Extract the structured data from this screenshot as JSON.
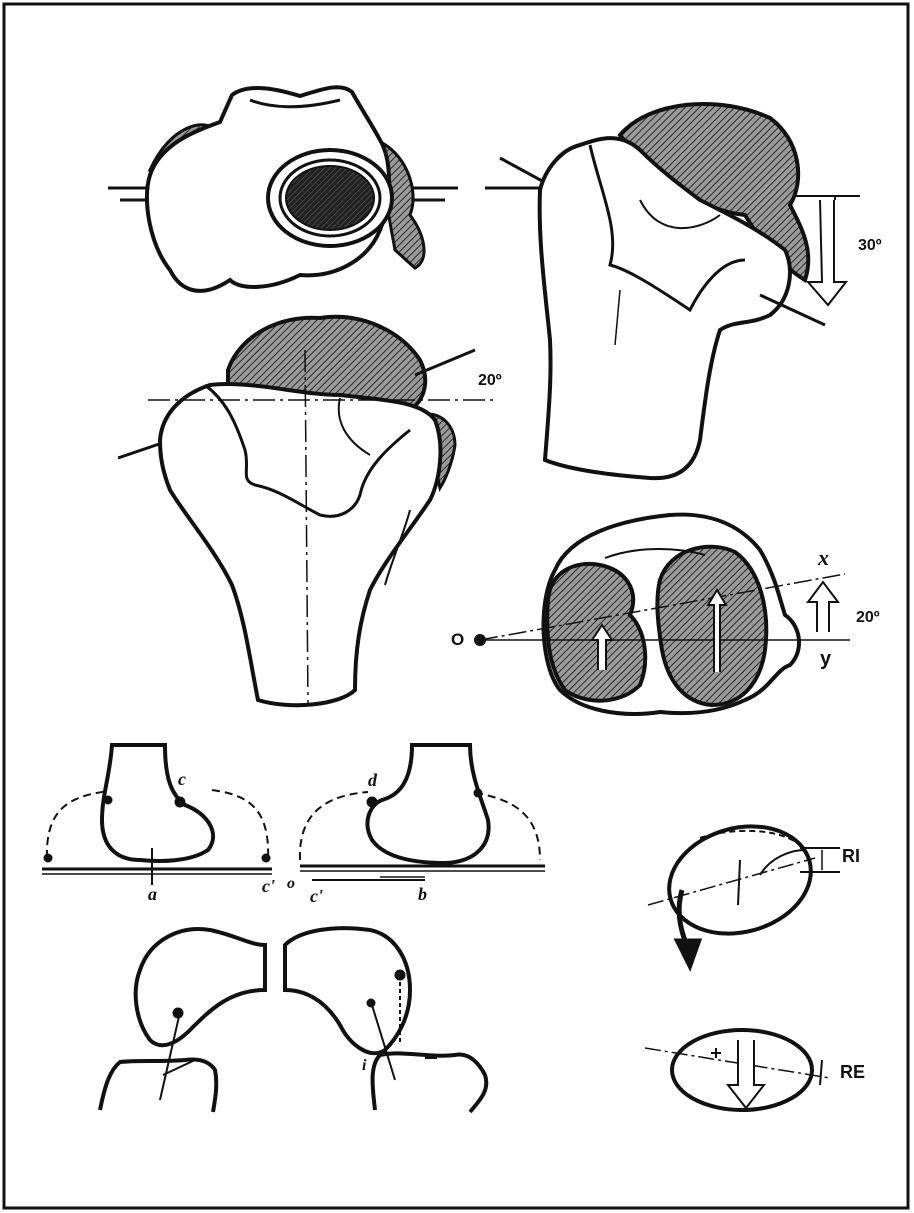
{
  "colors": {
    "ink": "#111111",
    "paper": "#ffffff",
    "hatch": "#555555"
  },
  "labels": {
    "angle_top_right": "30º",
    "angle_tibia_top": "20º",
    "angle_plateau": "20º",
    "axis_x": "x",
    "axis_y": "y",
    "origin": "O",
    "point_c": "c",
    "point_a": "a",
    "point_c_prime_left": "c'",
    "point_d": "d",
    "point_c_prime_right": "c'",
    "point_b": "b",
    "point_o_small": "o",
    "point_i": "i",
    "rotation_internal": "RI",
    "rotation_external": "RE"
  }
}
